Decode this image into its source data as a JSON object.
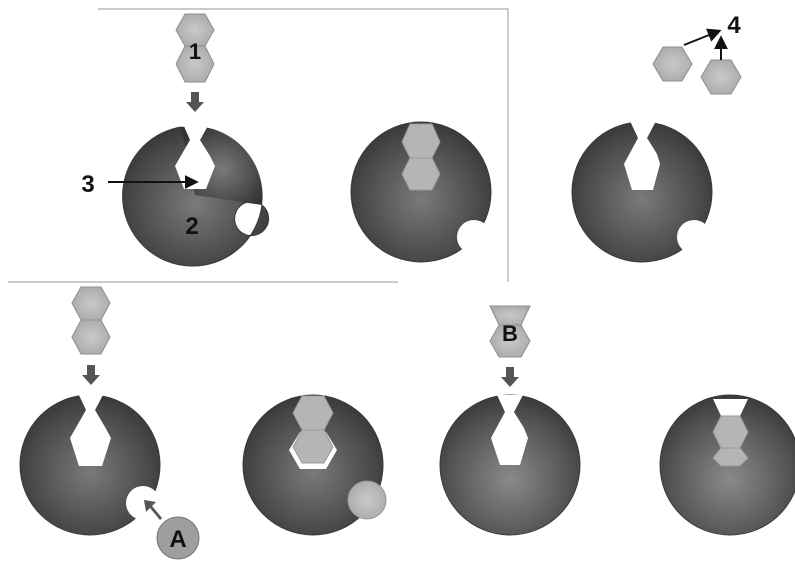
{
  "labels": {
    "substrate": "1",
    "enzyme": "2",
    "active_site": "3",
    "products": "4",
    "allosteric_inhibitor": "A",
    "competitive_inhibitor": "B"
  },
  "colors": {
    "enzyme_dark": "#3d3d3d",
    "enzyme_mid": "#6b6b6b",
    "molecule_fill": "#b5b5b5",
    "molecule_stroke": "#8f8f8f",
    "arrow": "#555555",
    "frame_line": "#aaaaaa"
  }
}
